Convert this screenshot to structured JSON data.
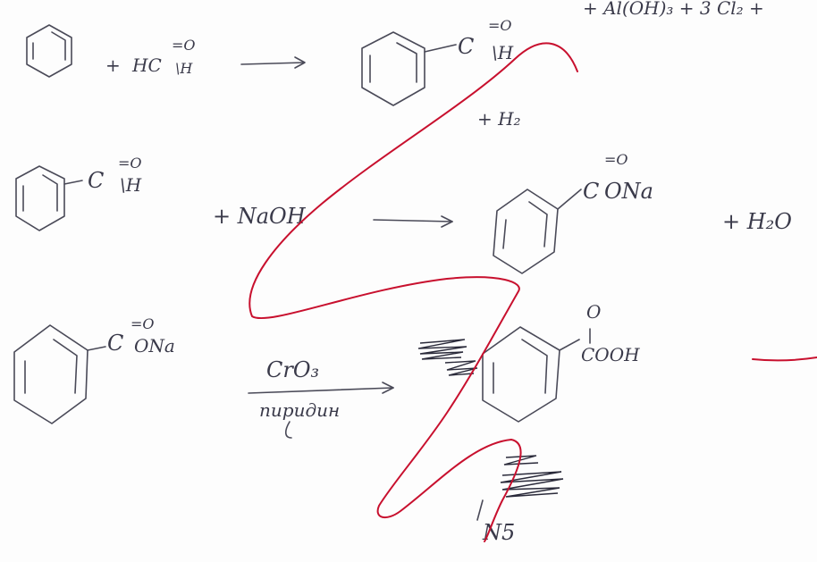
{
  "page": {
    "corner_note": "+ Al(OH)₃ + 3 Cl₂ +"
  },
  "reaction1": {
    "plus": "+",
    "reagent": "HC",
    "reagent_o": "=O",
    "reagent_h": "\\H",
    "product_c": "C",
    "product_o": "=O",
    "product_h": "\\H",
    "byproduct": "+ H₂"
  },
  "reaction2": {
    "reactant_c": "C",
    "reactant_o": "=O",
    "reactant_h": "\\H",
    "reagent": "+ NaOH",
    "product_c": "C",
    "product_o": "=O",
    "product_ona": "ONa",
    "byproduct": "+ H₂O"
  },
  "reaction3": {
    "reactant_c": "C",
    "reactant_o": "=O",
    "reactant_ona": "ONa",
    "reagent": "CrO₃",
    "condition": "пиридин",
    "product_o": "O",
    "product_group": "COOH"
  },
  "label": "N5"
}
